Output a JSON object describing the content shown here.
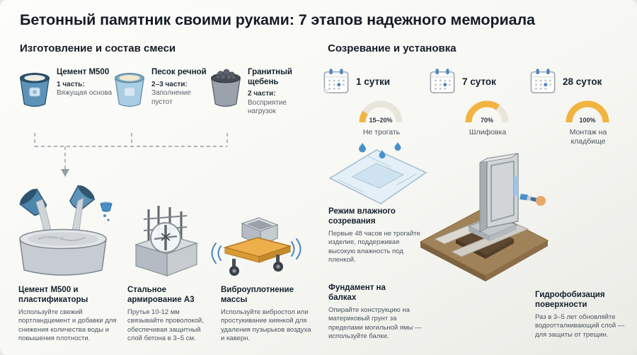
{
  "title": "Бетонный памятник своими руками: 7 этапов надежного мемориала",
  "left_section": {
    "header": "Изготовление и состав смеси",
    "ingredients": [
      {
        "name": "Цемент М500",
        "ratio": "1 часть:",
        "desc": "Вяжущая основа"
      },
      {
        "name": "Песок речной",
        "ratio": "2–3 части:",
        "desc": "Заполнение пустот"
      },
      {
        "name": "Гранитный щебень",
        "ratio": "2 части:",
        "desc": "Восприятие нагрузок"
      }
    ],
    "steps": [
      {
        "title": "Цемент М500 и пластификаторы",
        "desc": "Используйте свежий портландцемент и добавки для снижения количества воды и повышения плотности."
      },
      {
        "title": "Стальное армирование А3",
        "desc": "Прутья 10-12 мм связывайте проволокой, обеспечивая защитный слой бетона в 3–5 см."
      },
      {
        "title": "Виброуплотнение массы",
        "desc": "Используйте вибростол или простукивание киянкой для удаления пузырьков воздуха и каверн."
      }
    ]
  },
  "right_section": {
    "header": "Созревание и установка",
    "timeline": [
      {
        "period": "1 сутки",
        "percent": "15–20%",
        "label": "Не трогать",
        "fill": 0.18
      },
      {
        "period": "7 суток",
        "percent": "70%",
        "label": "Шлифовка",
        "fill": 0.7
      },
      {
        "period": "28 суток",
        "percent": "100%",
        "label": "Монтаж на кладбище",
        "fill": 1.0
      }
    ],
    "steps": [
      {
        "title": "Режим влажного созревания",
        "desc": "Первые 48 часов не трогайте изделие, поддерживая высокую влажность под пленкой."
      },
      {
        "title": "Фундамент на балках",
        "desc": "Опирайте конструкцию на материковый грунт за пределами могильной ямы — используйте балки."
      },
      {
        "title": "Гидрофобизация поверхности",
        "desc": "Раз в 3–5 лет обновляйте водоотталкивающий слой — для защиты от трещин."
      }
    ]
  },
  "colors": {
    "accent_yellow": "#f2b441",
    "calendar_blue": "#4a86c2",
    "cement_blue": "#5d93b8",
    "sand_blue": "#a9cde3",
    "gravel_gray": "#9aa2ab",
    "text_dark": "#151b27",
    "text_gray": "#4c5560"
  }
}
